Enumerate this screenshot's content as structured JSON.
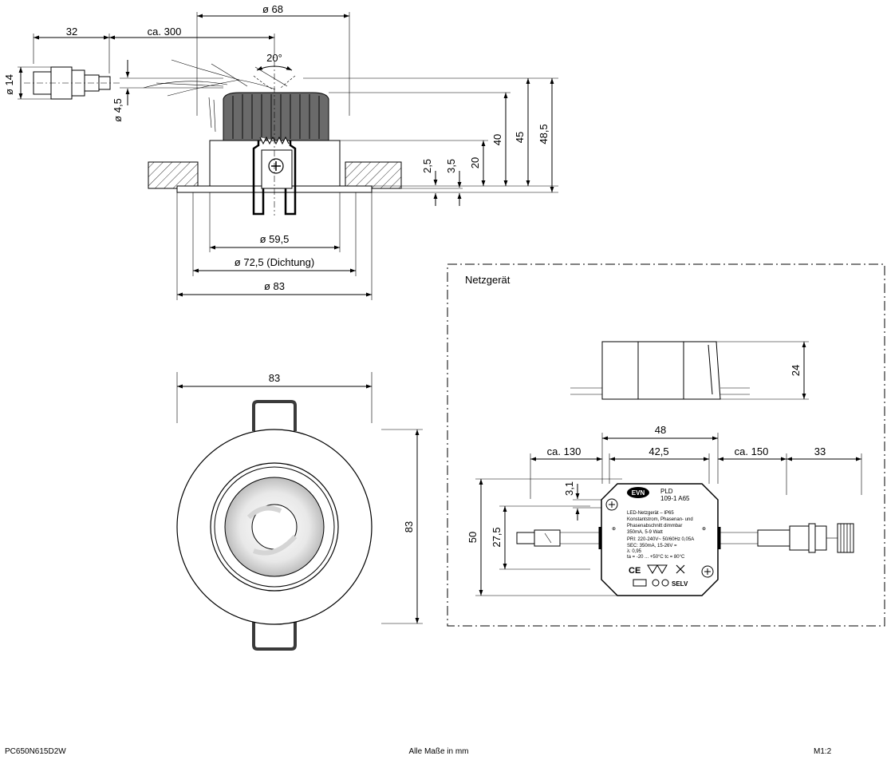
{
  "side_view": {
    "dims": {
      "d68": "ø 68",
      "d32": "32",
      "ca300": "ca. 300",
      "angle": "20°",
      "d14": "ø 14",
      "d45": "ø 4,5",
      "h25": "2,5",
      "h35": "3,5",
      "h20": "20",
      "h40": "40",
      "h45": "45",
      "h485": "48,5",
      "d595": "ø 59,5",
      "d725": "ø 72,5 (Dichtung)",
      "d83": "ø 83"
    }
  },
  "top_view": {
    "dims": {
      "width": "83",
      "height": "83"
    }
  },
  "driver_box": {
    "title": "Netzgerät",
    "dims": {
      "h24": "24",
      "w48": "48",
      "w425": "42,5",
      "ca130": "ca. 130",
      "ca150": "ca. 150",
      "w33": "33",
      "h31": "3,1",
      "h50": "50",
      "h275": "27,5"
    },
    "label": {
      "brand": "EVN",
      "model_line1": "PLD",
      "model_line2": "109-1 A65",
      "line1": "LED-Netzgerät  –  IP65",
      "line2": "Konstantstrom, Phasenan- und",
      "line3": "Phasenabschnitt dimmbar",
      "line4": "350mA, 5-9 Watt",
      "line5": "PRI: 220-240V~  50/60Hz 0,05A",
      "line6": "SEC: 350mA, 15-26V =",
      "line7": "λ: 0,95",
      "line8": "ta = -20 ... +50°C  tc = 80°C",
      "marks": "CE",
      "selv": "SELV"
    }
  },
  "footer": {
    "article": "PC650N615D2W",
    "note": "Alle Maße in mm",
    "scale": "M1:2"
  }
}
